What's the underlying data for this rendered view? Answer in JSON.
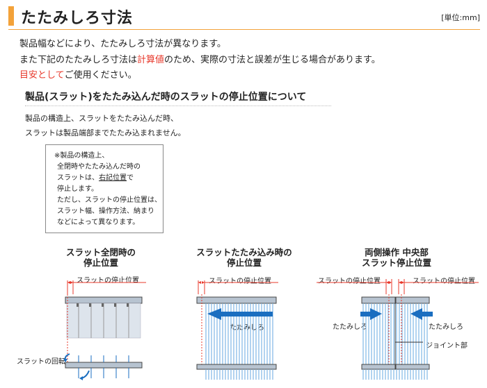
{
  "header": {
    "title": "たたみしろ寸法",
    "unit": "[単位:mm]"
  },
  "intro": {
    "line1": "製品幅などにより、たたみしろ寸法が異なります。",
    "line2_a": "また下記のたたみしろ寸法は",
    "line2_red": "計算値",
    "line2_b": "のため、実際の寸法と誤差が生じる場合があります。",
    "line3_red": "目安として",
    "line3_b": "ご使用ください。"
  },
  "section": {
    "heading": "製品(スラット)をたたみ込んだ時のスラットの停止位置について",
    "desc1": "製品の構造上、スラットをたたみ込んだ時、",
    "desc2": "スラットは製品端部までたたみ込まれません。"
  },
  "note": {
    "l1": "※製品の構造上、",
    "l2": "全閉時やたたみ込んだ時の",
    "l3a": "スラットは、",
    "l3u": "右記位置",
    "l3b": "で",
    "l4": "停止します。",
    "l5": "ただし、スラットの停止位置は、",
    "l6": "スラット幅、操作方法、納まり",
    "l7": "などによって異なります。"
  },
  "diagrams": {
    "d1_title_1": "スラット全閉時の",
    "d1_title_2": "停止位置",
    "d2_title_1": "スラットたたみ込み時の",
    "d2_title_2": "停止位置",
    "d3_title_1": "両側操作 中央部",
    "d3_title_2": "スラット停止位置",
    "stop_position": "スラットの停止位置",
    "rotation": "スラットの回転",
    "tatamishiro": "たたみしろ",
    "joint": "ジョイント部"
  },
  "colors": {
    "accent": "#f3a23a",
    "red": "#e8382b",
    "arrow_blue": "#1a6ec0",
    "slat_blue": "#7fb6e6"
  }
}
